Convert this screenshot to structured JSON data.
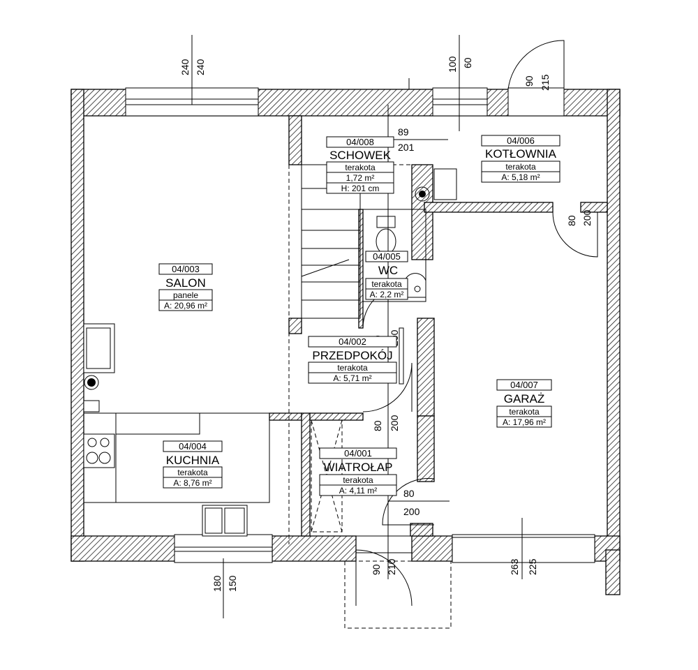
{
  "rooms": [
    {
      "id": "salon",
      "number": "04/003",
      "name": "SALON",
      "floor": "panele",
      "area": "A: 20,96 m²"
    },
    {
      "id": "kuchnia",
      "number": "04/004",
      "name": "KUCHNIA",
      "floor": "terakota",
      "area": "A: 8,76 m²"
    },
    {
      "id": "schowek",
      "number": "04/008",
      "name": "SCHOWEK",
      "floor": "terakota",
      "area": "1,72 m²",
      "height": "H: 201 cm"
    },
    {
      "id": "kotlownia",
      "number": "04/006",
      "name": "KOTŁOWNIA",
      "floor": "terakota",
      "area": "A: 5,18 m²"
    },
    {
      "id": "wc",
      "number": "04/005",
      "name": "WC",
      "floor": "terakota",
      "area": "A: 2,2 m²"
    },
    {
      "id": "przedpokoj",
      "number": "04/002",
      "name": "PRZEDPOKÓJ",
      "floor": "terakota",
      "area": "A: 5,71 m²"
    },
    {
      "id": "garaz",
      "number": "04/007",
      "name": "GARAŻ",
      "floor": "terakota",
      "area": "A: 17,96 m²"
    },
    {
      "id": "wiatrolap",
      "number": "04/001",
      "name": "WIATROŁAP",
      "floor": "terakota",
      "area": "A: 4,11 m²"
    }
  ],
  "dimensions": {
    "window_top_left_a": "240",
    "window_top_left_b": "240",
    "window_top_right_a": "100",
    "window_top_right_b": "60",
    "door_top_right_a": "90",
    "door_top_right_b": "215",
    "schowek_a": "89",
    "schowek_b": "201",
    "door_kotlownia_a": "80",
    "door_kotlownia_b": "200",
    "door_wc_a": "80",
    "door_wc_b": "200",
    "door_przedpokoj_a": "80",
    "door_przedpokoj_b": "200",
    "door_garaz_a": "80",
    "door_garaz_b": "200",
    "window_bottom_left_a": "180",
    "window_bottom_left_b": "150",
    "door_entry_a": "90",
    "door_entry_b": "210",
    "garage_gate_a": "263",
    "garage_gate_b": "225"
  },
  "colors": {
    "line": "#000000",
    "background": "#ffffff"
  }
}
